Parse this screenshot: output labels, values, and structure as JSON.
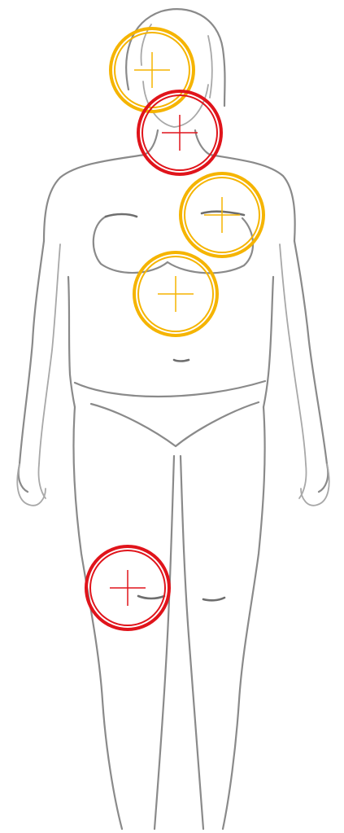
{
  "figure": {
    "subject": "body-outline-front-view",
    "marker_colors": {
      "yellow": "#f5b400",
      "red": "#e0141b"
    },
    "markers": [
      {
        "id": "marker-head",
        "color": "yellow"
      },
      {
        "id": "marker-neck",
        "color": "red"
      },
      {
        "id": "marker-right-chest",
        "color": "yellow"
      },
      {
        "id": "marker-upper-abdomen",
        "color": "yellow"
      },
      {
        "id": "marker-right-knee",
        "color": "red"
      }
    ]
  }
}
